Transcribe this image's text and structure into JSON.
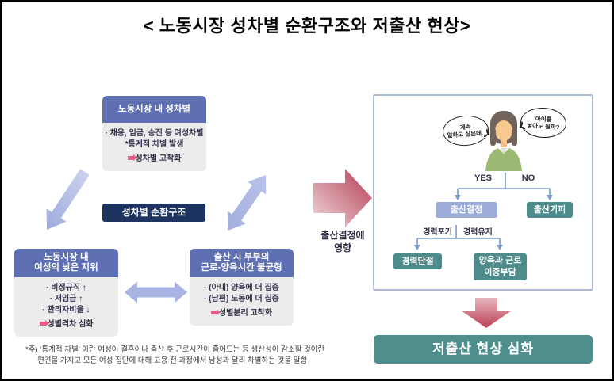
{
  "title": "< 노동시장 성차별 순환구조와 저출산 현상>",
  "cycle": {
    "top_box": {
      "header": "노동시장 내 성차별",
      "lines": [
        "· 채용, 임금, 승진 등 여성차별",
        "*통계적 차별 발생"
      ],
      "result": "성차별 고착화"
    },
    "center_label": "성차별 순환구조",
    "bottom_left_box": {
      "header_lines": [
        "노동시장 내",
        "여성의 낮은 지위"
      ],
      "lines": [
        "· 비정규직 ↑",
        "· 저임금 ↑",
        "· 관리자비율 ↓"
      ],
      "result": "성별격차 심화"
    },
    "bottom_right_box": {
      "header_lines": [
        "출산 시 부부의",
        "근로-양육시간 불균형"
      ],
      "lines": [
        "· (아내) 양육에 더 집중",
        "· (남편) 노동에 더 집중"
      ],
      "result": "성별분리 고착화"
    }
  },
  "influence": {
    "lines": [
      "출산결정에",
      "영향"
    ]
  },
  "panel": {
    "bubbles": {
      "left": [
        "계속",
        "일하고 싶은데.."
      ],
      "right": [
        "아이를",
        "낳아도 될까?"
      ]
    },
    "yes": "YES",
    "no": "NO",
    "decision_box": "출산결정",
    "avoidance_box": "출산기피",
    "career_giveup": "경력포기",
    "career_keep": "경력유지",
    "career_break_box": "경력단절",
    "double_burden_box": [
      "양육과 근로",
      "이중부담"
    ]
  },
  "outcome": "저출산 현상 심화",
  "footnote": [
    "*주) ‘통계적 차별’ 이란 여성이 결혼이나 출산 후 근로시간이 줄어드는 등 생산성이 감소할 것이란",
    "편견을 가지고 모든 여성 집단에 대해 고용 전 과정에서 남성과 달리 차별하는 것을 말함"
  ],
  "colors": {
    "header_blue": "#5e6fb4",
    "navy": "#1e3460",
    "box_body_gray": "#ececec",
    "periwinkle_arrow": "#a9b4e2",
    "pink_accent": "#e85b8a",
    "red_arrow": "#b53a50",
    "teal": "#4d8c8b",
    "light_blue_box": "#9bacd9",
    "panel_border": "#a9bbd9",
    "connector_blue": "#7d9cc9"
  }
}
